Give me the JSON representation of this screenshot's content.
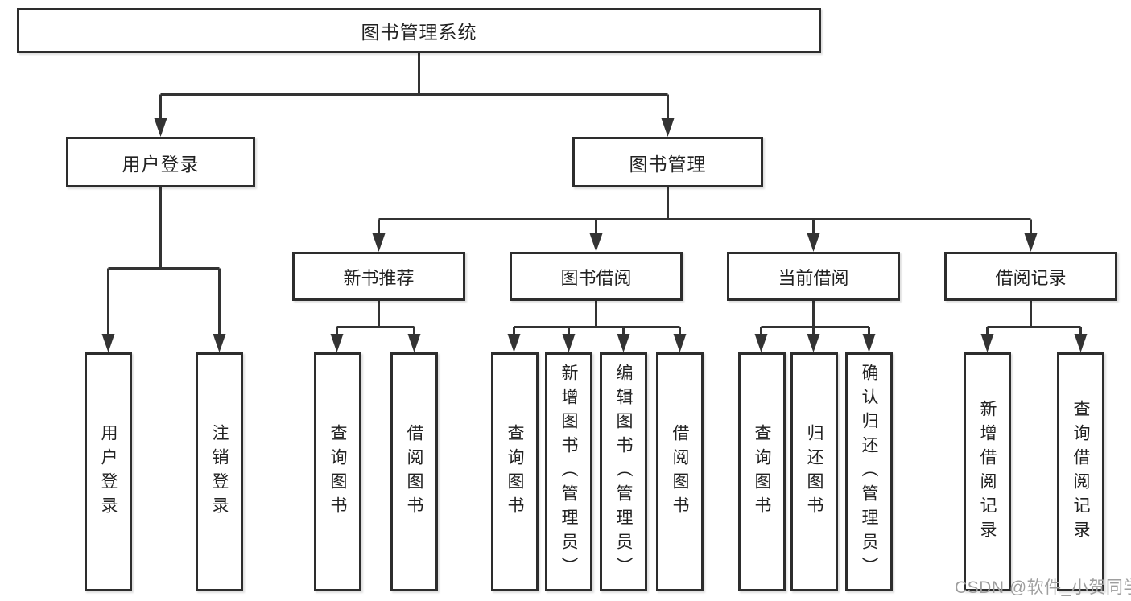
{
  "tree": {
    "root": "图书管理系统",
    "modules": [
      {
        "label": "用户登录",
        "children": [
          "用户登录",
          "注销登录"
        ]
      },
      {
        "label": "图书管理",
        "submodules": [
          {
            "label": "新书推荐",
            "children": [
              "查询图书",
              "借阅图书"
            ]
          },
          {
            "label": "图书借阅",
            "children": [
              "查询图书",
              "新增图书（管理员）",
              "编辑图书（管理员）",
              "借阅图书"
            ]
          },
          {
            "label": "当前借阅",
            "children": [
              "查询图书",
              "归还图书",
              "确认归还（管理员）"
            ]
          },
          {
            "label": "借阅记录",
            "children": [
              "新增借阅记录",
              "查询借阅记录"
            ]
          }
        ]
      }
    ]
  },
  "watermark": "CSDN @软件_小贺同学",
  "colors": {
    "line": "#333333",
    "box_border": "#2d2d2d",
    "text": "#222222",
    "watermark_gray": "#9e9e9e",
    "background": "#ffffff"
  }
}
